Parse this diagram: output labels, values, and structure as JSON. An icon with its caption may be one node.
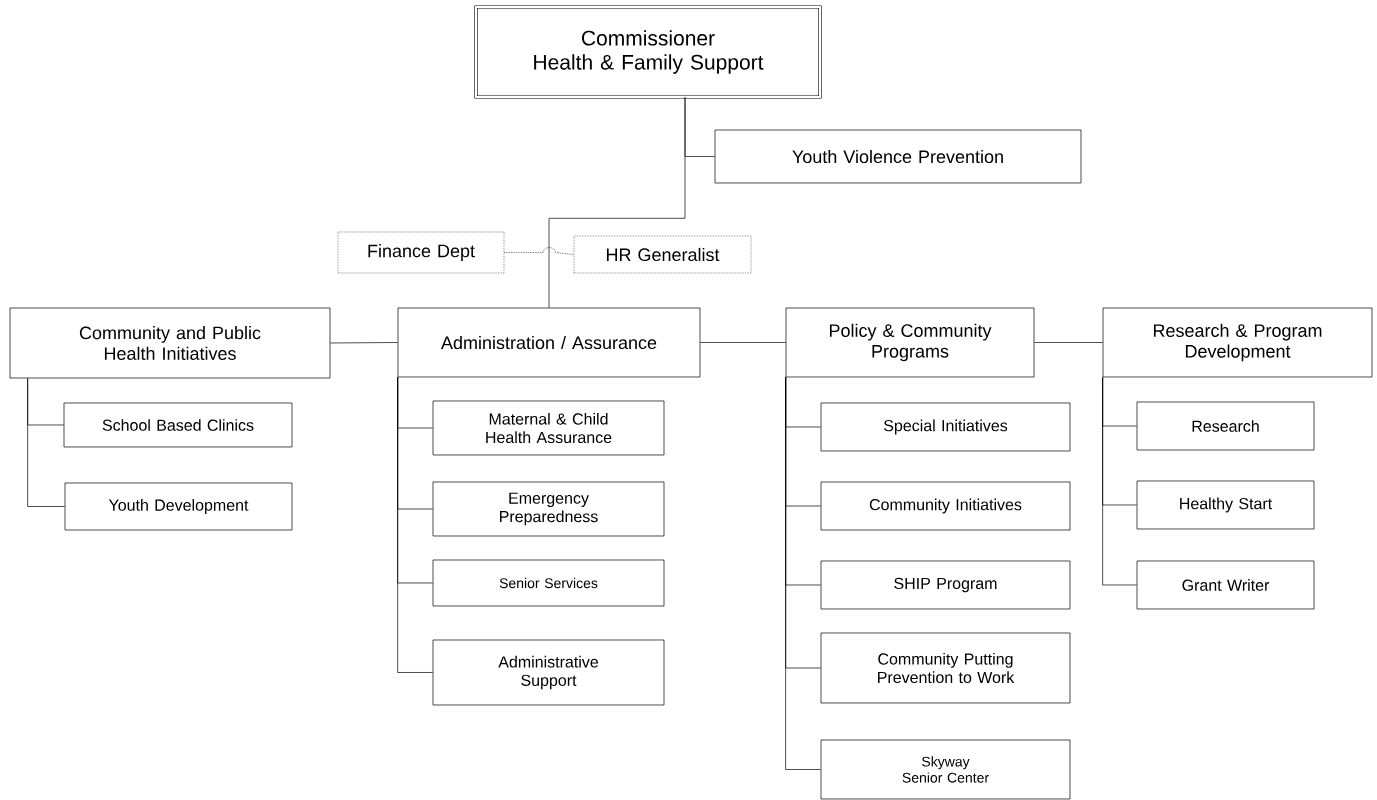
{
  "diagram": {
    "nodes": [
      {
        "text": [
          "Commissioner",
          "Health & Family Support"
        ]
      },
      {
        "text": [
          "Youth Violence Prevention"
        ]
      },
      {
        "text": [
          "Finance Dept"
        ]
      },
      {
        "text": [
          "HR Generalist"
        ]
      },
      {
        "text": [
          "Community and Public Health Initiatives"
        ]
      },
      {
        "text": [
          "Administration / Assurance"
        ]
      },
      {
        "text": [
          "Policy & Community Programs"
        ]
      },
      {
        "text": [
          "Research & Program Development"
        ]
      },
      {
        "text": [
          "School Based Clinics"
        ]
      },
      {
        "text": [
          "Youth Development"
        ]
      },
      {
        "text": [
          "Maternal & Child Health Assurance"
        ]
      },
      {
        "text": [
          "Emergency Preparedness"
        ]
      },
      {
        "text": [
          "Senior Services"
        ]
      },
      {
        "text": [
          "Administrative Support"
        ]
      },
      {
        "text": [
          "Special Initiatives"
        ]
      },
      {
        "text": [
          "Community Initiatives"
        ]
      },
      {
        "text": [
          "SHIP Program"
        ]
      },
      {
        "text": [
          "Community Putting Prevention to Work"
        ]
      },
      {
        "text": [
          "Skyway Senior Center"
        ]
      },
      {
        "text": [
          "Research"
        ]
      },
      {
        "text": [
          "Healthy Start"
        ]
      },
      {
        "text": [
          "Grant Writer"
        ]
      }
    ],
    "edges": [
      {
        "from": 0,
        "to": 1,
        "arrow": "none"
      },
      {
        "from": 0,
        "to": 5,
        "arrow": "none"
      },
      {
        "from": 2,
        "to": 3,
        "arrow": "none",
        "style": "dashed"
      },
      {
        "from": 5,
        "to": 4,
        "arrow": "none"
      },
      {
        "from": 5,
        "to": 6,
        "arrow": "none"
      },
      {
        "from": 6,
        "to": 7,
        "arrow": "none"
      },
      {
        "from": 4,
        "to": 8,
        "arrow": "none"
      },
      {
        "from": 4,
        "to": 9,
        "arrow": "none"
      },
      {
        "from": 5,
        "to": 10,
        "arrow": "none"
      },
      {
        "from": 5,
        "to": 11,
        "arrow": "none"
      },
      {
        "from": 5,
        "to": 12,
        "arrow": "none"
      },
      {
        "from": 5,
        "to": 13,
        "arrow": "none"
      },
      {
        "from": 6,
        "to": 14,
        "arrow": "none"
      },
      {
        "from": 6,
        "to": 15,
        "arrow": "none"
      },
      {
        "from": 6,
        "to": 16,
        "arrow": "none"
      },
      {
        "from": 6,
        "to": 17,
        "arrow": "none"
      },
      {
        "from": 6,
        "to": 18,
        "arrow": "none"
      },
      {
        "from": 7,
        "to": 19,
        "arrow": "none"
      },
      {
        "from": 7,
        "to": 20,
        "arrow": "none"
      },
      {
        "from": 7,
        "to": 21,
        "arrow": "none"
      }
    ]
  }
}
